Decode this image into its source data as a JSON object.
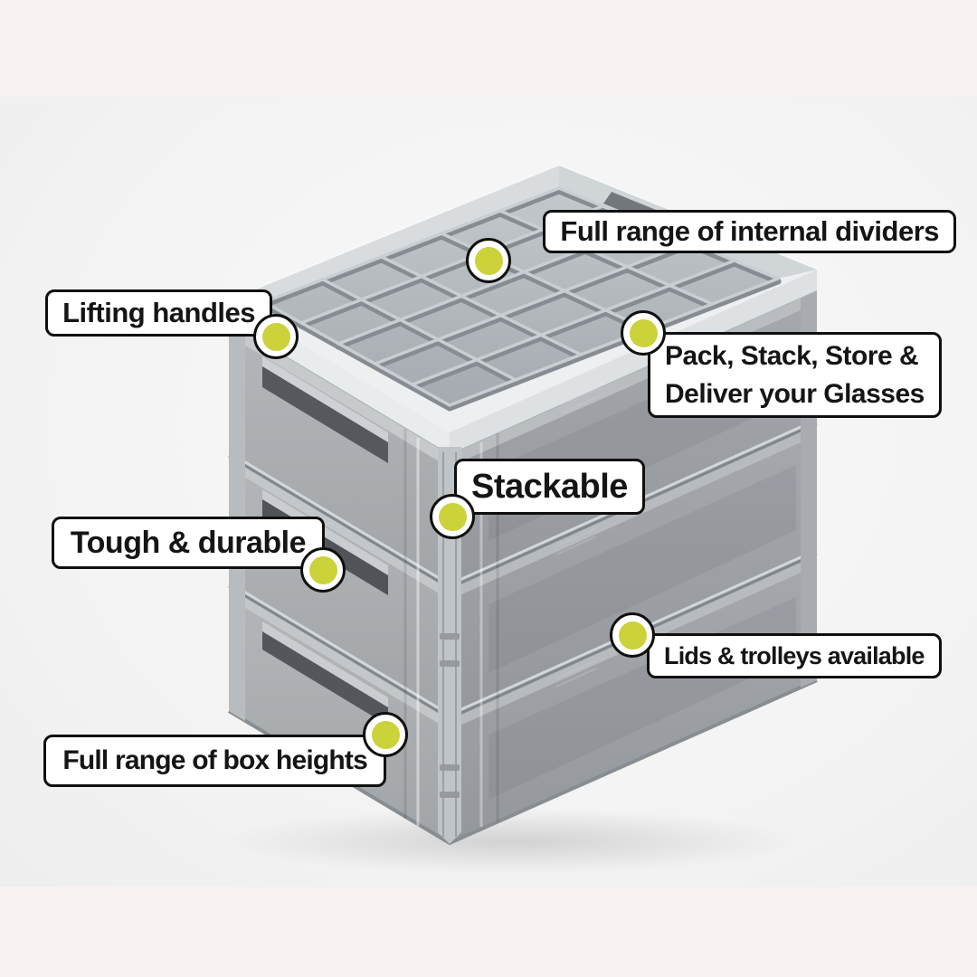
{
  "page": {
    "background": "#f7f1f0",
    "photo_background": "#f4f4f4",
    "illustration": "stacked-grey-glassware-crates-with-internal-dividers"
  },
  "colors": {
    "marker_yellow": "#cbd23a",
    "label_border": "#0f0f0f",
    "label_background": "#ffffff",
    "label_text": "#151515",
    "crate_grey": "#a6aaae",
    "rim_white": "#edeff1"
  },
  "callouts": [
    {
      "id": "internal-dividers",
      "label": "Full range of internal dividers"
    },
    {
      "id": "lifting-handles",
      "label": "Lifting handles"
    },
    {
      "id": "pack-stack",
      "lines": [
        "Pack, Stack, Store &",
        "Deliver your Glasses"
      ]
    },
    {
      "id": "stackable",
      "label": "Stackable"
    },
    {
      "id": "tough-durable",
      "label": "Tough & durable"
    },
    {
      "id": "lids-trolleys",
      "label": "Lids & trolleys available"
    },
    {
      "id": "box-heights",
      "label": "Full range of box heights"
    }
  ]
}
